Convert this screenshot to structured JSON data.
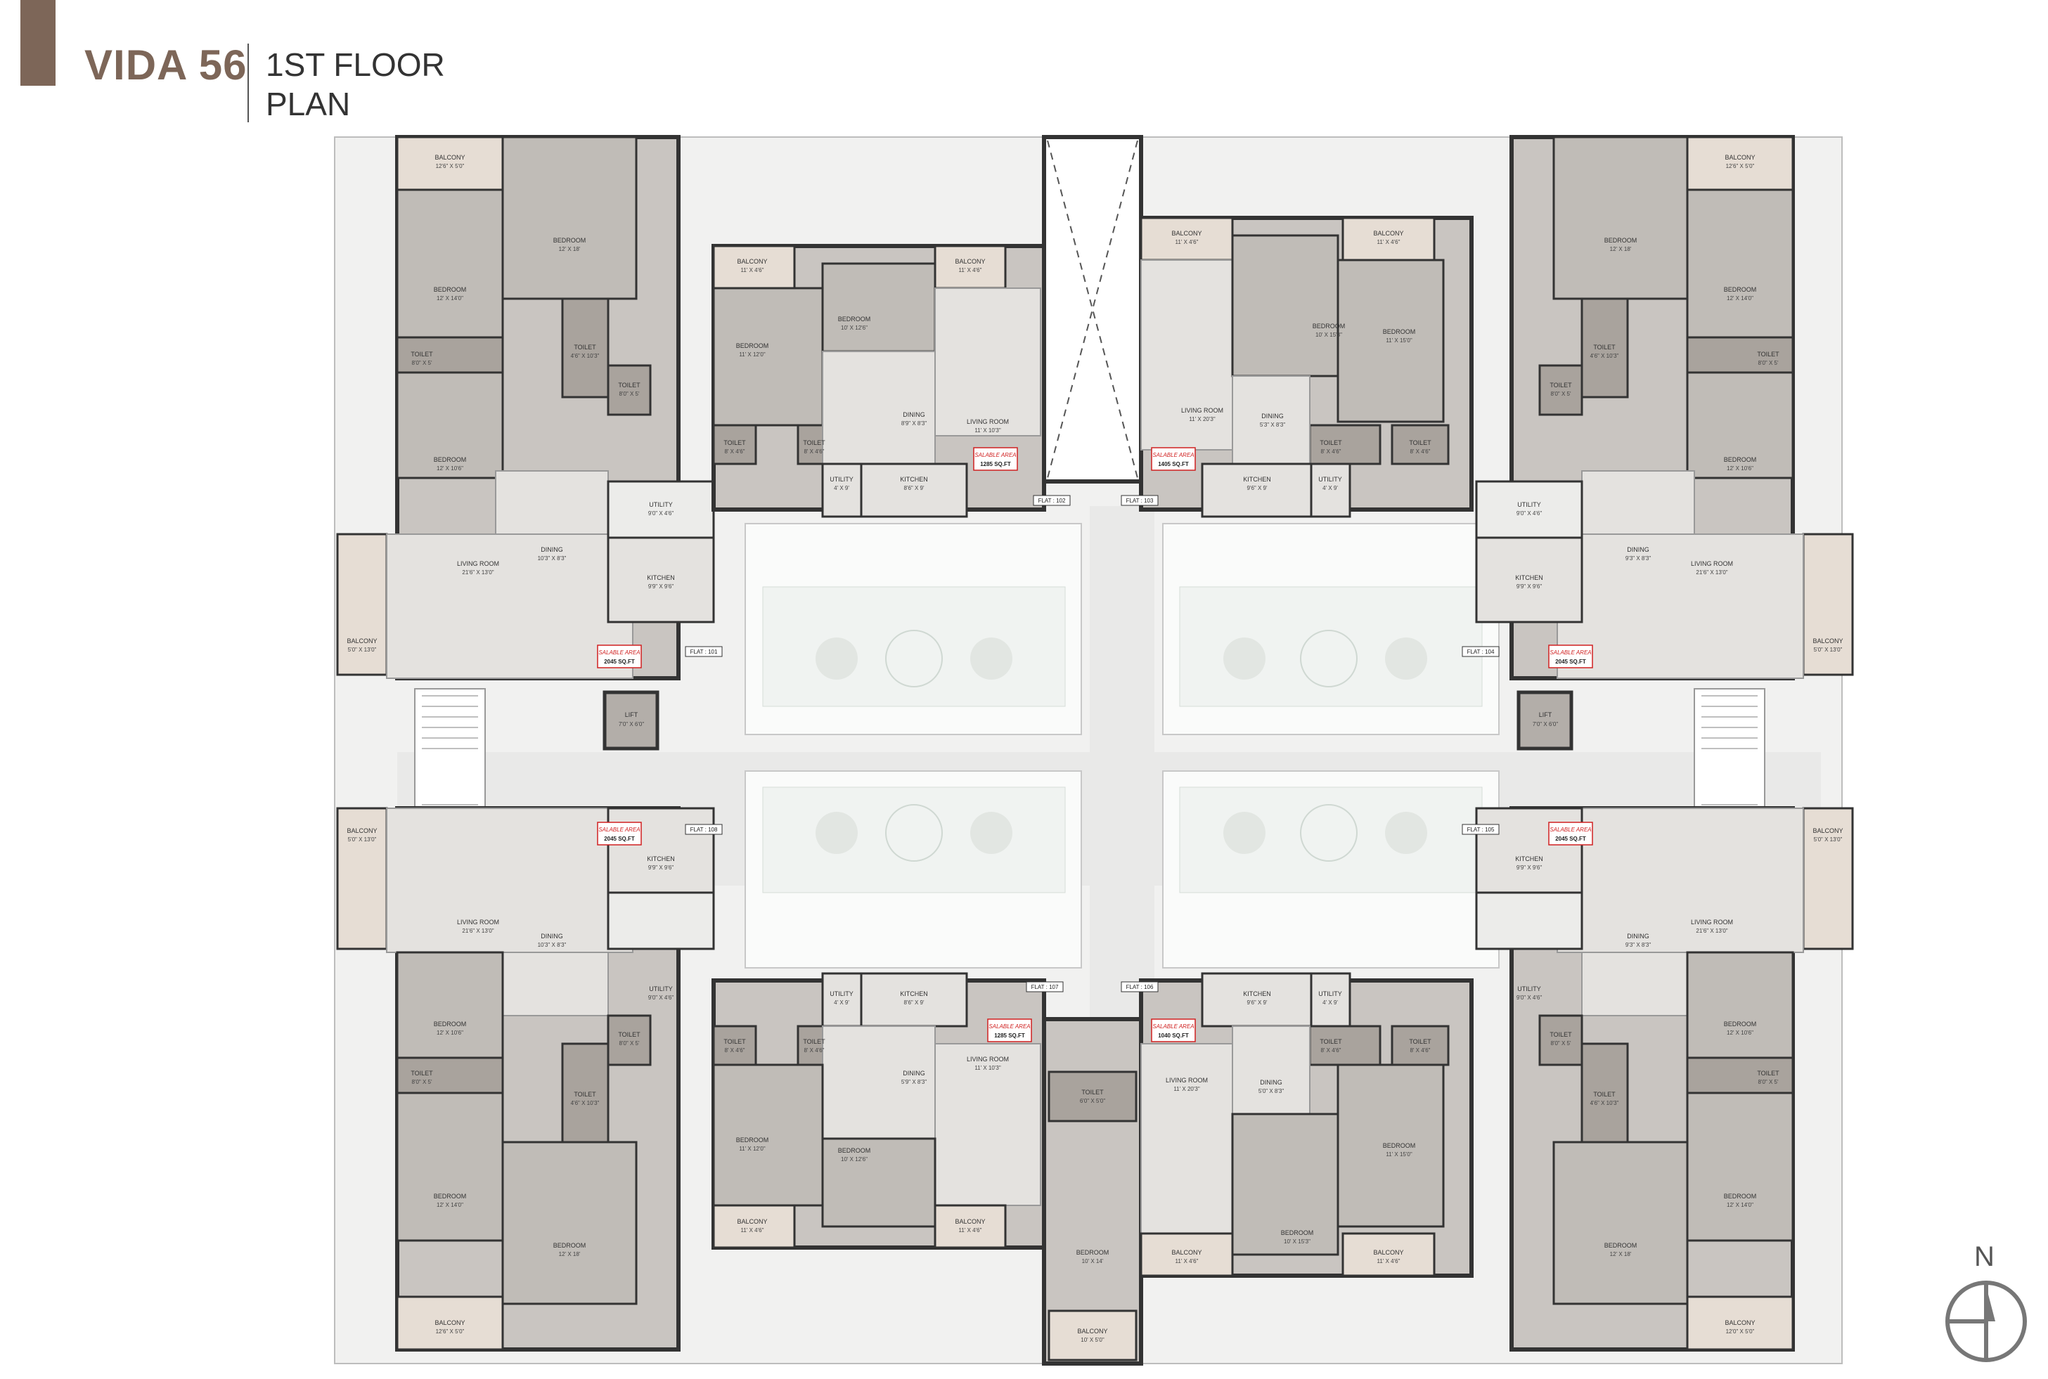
{
  "header": {
    "project_name": "VIDA 56",
    "floor_line1": "1ST FLOOR",
    "floor_line2": "PLAN"
  },
  "colors": {
    "accent": "#7d6658",
    "wall": "#333333",
    "room_floor": "#c9c5c1",
    "wet_area": "#a9a39d",
    "balcony": "#e6ddd4",
    "corridor": "#efefee",
    "courtyard": "#f6f7f6",
    "area_border": "#d02020"
  },
  "flats": [
    {
      "id": "f101",
      "tag": "FLAT : 101",
      "area_label": "SALABLE AREA",
      "area": "2045 SQ.FT",
      "rooms": [
        {
          "name": "BALCONY",
          "size": "12'6\" X 5'0\""
        },
        {
          "name": "BEDROOM",
          "size": "12' X 18'"
        },
        {
          "name": "BEDROOM",
          "size": "12' X 14'0\""
        },
        {
          "name": "TOILET",
          "size": "8'0\" X 5'"
        },
        {
          "name": "TOILET",
          "size": "4'6\" X 10'3\""
        },
        {
          "name": "TOILET",
          "size": "8'0\" X 5'"
        },
        {
          "name": "BEDROOM",
          "size": "12' X 10'6\""
        },
        {
          "name": "UTILITY",
          "size": "9'0\" X 4'6\""
        },
        {
          "name": "DINING",
          "size": "10'3\" X 8'3\""
        },
        {
          "name": "LIVING ROOM",
          "size": "21'6\" X 13'0\""
        },
        {
          "name": "KITCHEN",
          "size": "9'9\" X 9'6\""
        },
        {
          "name": "BALCONY",
          "size": "5'0\" X 13'0\""
        }
      ]
    },
    {
      "id": "f102",
      "tag": "FLAT : 102",
      "area_label": "SALABLE AREA",
      "area": "1285 SQ.FT",
      "rooms": [
        {
          "name": "BALCONY",
          "size": "11' X 4'6\""
        },
        {
          "name": "BALCONY",
          "size": "11' X 4'6\""
        },
        {
          "name": "BEDROOM",
          "size": "10' X 12'6\""
        },
        {
          "name": "BEDROOM",
          "size": "11' X 12'0\""
        },
        {
          "name": "DINING",
          "size": "8'9\" X 8'3\""
        },
        {
          "name": "LIVING ROOM",
          "size": "11' X 10'3\""
        },
        {
          "name": "TOILET",
          "size": "8' X 4'6\""
        },
        {
          "name": "TOILET",
          "size": "8' X 4'6\""
        },
        {
          "name": "UTILITY",
          "size": "4' X 9'"
        },
        {
          "name": "KITCHEN",
          "size": "8'6\" X 9'"
        }
      ]
    },
    {
      "id": "f103",
      "tag": "FLAT : 103",
      "area_label": "SALABLE AREA",
      "area": "1405 SQ.FT",
      "rooms": [
        {
          "name": "BALCONY",
          "size": "11' X 4'6\""
        },
        {
          "name": "BALCONY",
          "size": "11' X 4'6\""
        },
        {
          "name": "BEDROOM",
          "size": "10' X 15'3\""
        },
        {
          "name": "BEDROOM",
          "size": "11' X 15'0\""
        },
        {
          "name": "LIVING ROOM",
          "size": "11' X 20'3\""
        },
        {
          "name": "DINING",
          "size": "5'3\" X 8'3\""
        },
        {
          "name": "TOILET",
          "size": "8' X 4'6\""
        },
        {
          "name": "TOILET",
          "size": "8' X 4'6\""
        },
        {
          "name": "KITCHEN",
          "size": "9'6\" X 9'"
        },
        {
          "name": "UTILITY",
          "size": "4' X 9'"
        }
      ]
    },
    {
      "id": "f104",
      "tag": "FLAT : 104",
      "area_label": "SALABLE AREA",
      "area": "2045 SQ.FT",
      "rooms": [
        {
          "name": "BALCONY",
          "size": "12'6\" X 5'0\""
        },
        {
          "name": "BEDROOM",
          "size": "12' X 18'"
        },
        {
          "name": "BEDROOM",
          "size": "12' X 14'0\""
        },
        {
          "name": "TOILET",
          "size": "4'6\" X 10'3\""
        },
        {
          "name": "TOILET",
          "size": "8'0\" X 5'"
        },
        {
          "name": "TOILET",
          "size": "8'0\" X 5'"
        },
        {
          "name": "BEDROOM",
          "size": "12' X 10'6\""
        },
        {
          "name": "UTILITY",
          "size": "9'0\" X 4'6\""
        },
        {
          "name": "DINING",
          "size": "9'3\" X 8'3\""
        },
        {
          "name": "LIVING ROOM",
          "size": "21'6\" X 13'0\""
        },
        {
          "name": "KITCHEN",
          "size": "9'9\" X 9'6\""
        },
        {
          "name": "BALCONY",
          "size": "5'0\" X 13'0\""
        }
      ]
    },
    {
      "id": "f105",
      "tag": "FLAT : 105",
      "area_label": "SALABLE AREA",
      "area": "2045 SQ.FT",
      "rooms": [
        {
          "name": "BALCONY",
          "size": "5'0\" X 13'0\""
        },
        {
          "name": "LIVING ROOM",
          "size": "21'6\" X 13'0\""
        },
        {
          "name": "KITCHEN",
          "size": "9'9\" X 9'6\""
        },
        {
          "name": "DINING",
          "size": "9'3\" X 8'3\""
        },
        {
          "name": "UTILITY",
          "size": "9'0\" X 4'6\""
        },
        {
          "name": "BEDROOM",
          "size": "12' X 10'6\""
        },
        {
          "name": "TOILET",
          "size": "8'0\" X 5'"
        },
        {
          "name": "TOILET",
          "size": "4'6\" X 10'3\""
        },
        {
          "name": "TOILET",
          "size": "8'0\" X 5'"
        },
        {
          "name": "BEDROOM",
          "size": "12' X 14'0\""
        },
        {
          "name": "BEDROOM",
          "size": "12' X 18'"
        },
        {
          "name": "BALCONY",
          "size": "12'0\" X 5'0\""
        }
      ]
    },
    {
      "id": "f106",
      "tag": "FLAT : 106",
      "area_label": "SALABLE AREA",
      "area": "1040 SQ.FT",
      "rooms": [
        {
          "name": "KITCHEN",
          "size": "9'6\" X 9'"
        },
        {
          "name": "UTILITY",
          "size": "4' X 9'"
        },
        {
          "name": "TOILET",
          "size": "8' X 4'6\""
        },
        {
          "name": "TOILET",
          "size": "8' X 4'6\""
        },
        {
          "name": "LIVING ROOM",
          "size": "11' X 20'3\""
        },
        {
          "name": "DINING",
          "size": "5'0\" X 8'3\""
        },
        {
          "name": "BEDROOM",
          "size": "11' X 15'0\""
        },
        {
          "name": "BEDROOM",
          "size": "10' X 15'3\""
        },
        {
          "name": "BALCONY",
          "size": "11' X 4'6\""
        },
        {
          "name": "BALCONY",
          "size": "11' X 4'6\""
        }
      ]
    },
    {
      "id": "f107",
      "tag": "FLAT : 107",
      "area_label": "SALABLE AREA",
      "area": "1285 SQ.FT",
      "rooms": [
        {
          "name": "UTILITY",
          "size": "4' X 9'"
        },
        {
          "name": "KITCHEN",
          "size": "8'6\" X 9'"
        },
        {
          "name": "TOILET",
          "size": "8' X 4'6\""
        },
        {
          "name": "TOILET",
          "size": "8' X 4'6\""
        },
        {
          "name": "DINING",
          "size": "5'9\" X 8'3\""
        },
        {
          "name": "LIVING ROOM",
          "size": "11' X 10'3\""
        },
        {
          "name": "BEDROOM",
          "size": "11' X 12'0\""
        },
        {
          "name": "BEDROOM",
          "size": "10' X 12'6\""
        },
        {
          "name": "BALCONY",
          "size": "11' X 4'6\""
        },
        {
          "name": "BALCONY",
          "size": "11' X 4'6\""
        }
      ]
    },
    {
      "id": "f108",
      "tag": "FLAT : 108",
      "area_label": "SALABLE AREA",
      "area": "2045 SQ.FT",
      "rooms": [
        {
          "name": "BALCONY",
          "size": "5'0\" X 13'0\""
        },
        {
          "name": "LIVING ROOM",
          "size": "21'6\" X 13'0\""
        },
        {
          "name": "KITCHEN",
          "size": "9'9\" X 9'6\""
        },
        {
          "name": "DINING",
          "size": "10'3\" X 8'3\""
        },
        {
          "name": "UTILITY",
          "size": "9'0\" X 4'6\""
        },
        {
          "name": "BEDROOM",
          "size": "12' X 10'6\""
        },
        {
          "name": "TOILET",
          "size": "8'0\" X 5'"
        },
        {
          "name": "TOILET",
          "size": "4'6\" X 10'3\""
        },
        {
          "name": "TOILET",
          "size": "8'0\" X 5'"
        },
        {
          "name": "BEDROOM",
          "size": "12' X 14'0\""
        },
        {
          "name": "BEDROOM",
          "size": "12' X 18'"
        },
        {
          "name": "BALCONY",
          "size": "12'6\" X 5'0\""
        }
      ]
    }
  ],
  "common": {
    "lift_left": {
      "name": "LIFT",
      "size": "7'0\" X 6'0\""
    },
    "lift_right": {
      "name": "LIFT",
      "size": "7'0\" X 6'0\""
    },
    "center_toilet": {
      "name": "TOILET",
      "size": "6'0\" X 5'0\""
    },
    "center_bedroom": {
      "name": "BEDROOM",
      "size": "10' X 14'"
    },
    "center_balcony": {
      "name": "BALCONY",
      "size": "10' X 5'0\""
    }
  },
  "compass": {
    "label": "N"
  }
}
